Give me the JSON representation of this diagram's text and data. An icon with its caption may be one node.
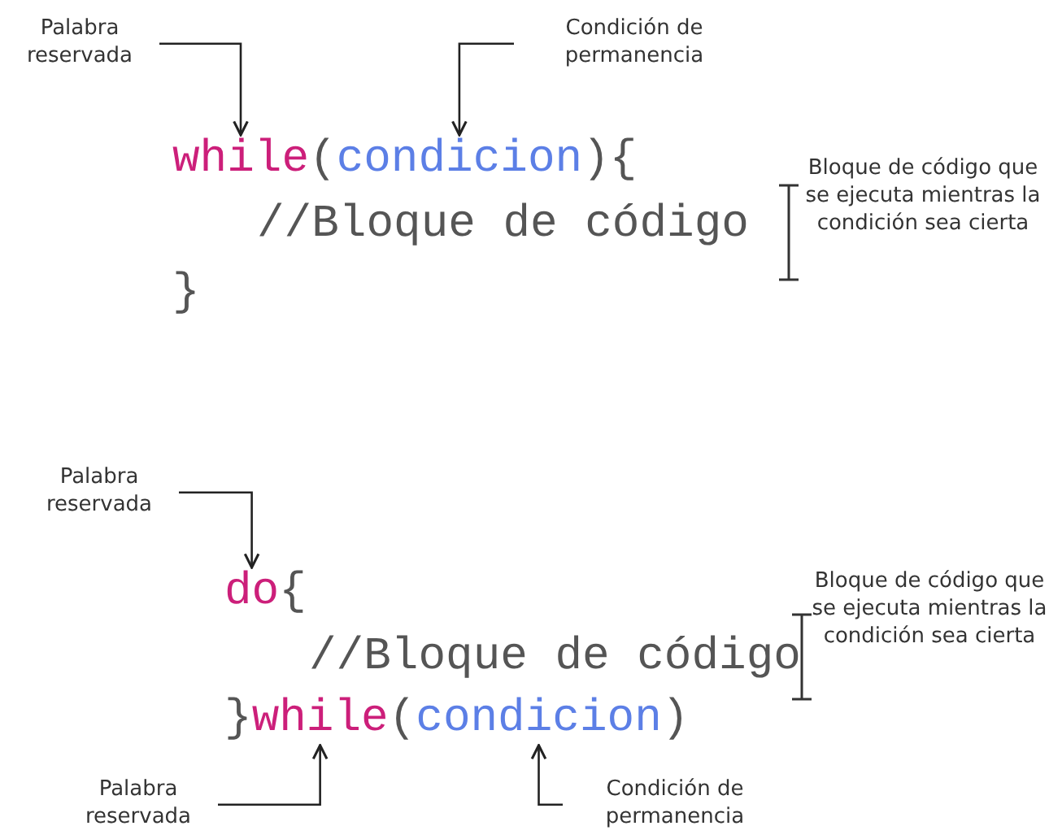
{
  "diagram": {
    "nodes": [
      {
        "text": [
          "Palabra reservada"
        ]
      },
      {
        "text": [
          "Condición de permanencia"
        ]
      },
      {
        "text": [
          "while"
        ]
      },
      {
        "text": [
          "condicion"
        ]
      },
      {
        "text": [
          "Palabra reservada"
        ]
      },
      {
        "text": [
          "do"
        ]
      },
      {
        "text": [
          "while"
        ]
      },
      {
        "text": [
          "condicion"
        ]
      },
      {
        "text": [
          "Palabra reservada"
        ]
      },
      {
        "text": [
          "Condición de permanencia"
        ]
      }
    ],
    "edges": [
      {
        "from": 0,
        "to": 2,
        "arrow": "to"
      },
      {
        "from": 1,
        "to": 3,
        "arrow": "to"
      },
      {
        "from": 4,
        "to": 5,
        "arrow": "to"
      },
      {
        "from": 8,
        "to": 6,
        "arrow": "to"
      },
      {
        "from": 9,
        "to": 7,
        "arrow": "to"
      }
    ],
    "labels": [
      "(",
      "){",
      "Bloque de código que se ejecuta mientras la condición sea cierta",
      "//Bloque de código",
      "}",
      "{",
      "Bloque de código que se ejecuta mientras la condición sea cierta",
      "//Bloque de código",
      "}",
      "(",
      ")"
    ]
  }
}
